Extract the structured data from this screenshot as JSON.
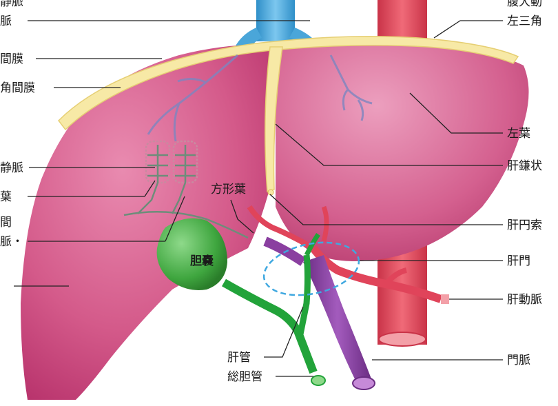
{
  "diagram": {
    "labels_left": [
      {
        "id": "hepatic-vein-top",
        "text": "静脈"
      },
      {
        "id": "hepatic-vein",
        "text": "脈"
      },
      {
        "id": "interlobar-membrane",
        "text": "間膜"
      },
      {
        "id": "triangular-membrane",
        "text": "角間膜"
      },
      {
        "id": "central-vein",
        "text": "静脈"
      },
      {
        "id": "lobule",
        "text": "葉"
      },
      {
        "id": "interlobular-1",
        "text": "間"
      },
      {
        "id": "interlobular-2",
        "text": "脈・"
      }
    ],
    "labels_right": [
      {
        "id": "abdominal-aorta",
        "text": "腹大動"
      },
      {
        "id": "left-triangular",
        "text": "左三角"
      },
      {
        "id": "left-lobe",
        "text": "左葉"
      },
      {
        "id": "falciform",
        "text": "肝鎌状"
      },
      {
        "id": "round-ligament",
        "text": "肝円索"
      },
      {
        "id": "porta-hepatis",
        "text": "肝門"
      },
      {
        "id": "hepatic-artery",
        "text": "肝動脈"
      },
      {
        "id": "portal-vein",
        "text": "門脈"
      }
    ],
    "labels_inside": [
      {
        "id": "quadrate-lobe",
        "text": "方形葉"
      },
      {
        "id": "gallbladder",
        "text": "胆嚢"
      }
    ],
    "labels_bottom": [
      {
        "id": "hepatic-duct",
        "text": "肝管"
      },
      {
        "id": "common-bile-duct",
        "text": "総胆管"
      }
    ],
    "colors": {
      "liver": "#d45a8a",
      "liver_dark": "#b8336c",
      "ligament": "#f7e9a6",
      "artery": "#e0445a",
      "vein_blue": "#4aa6d9",
      "portal_vein": "#8a3fa0",
      "bile": "#22a33a",
      "gallbladder": "#3fa63f"
    }
  }
}
